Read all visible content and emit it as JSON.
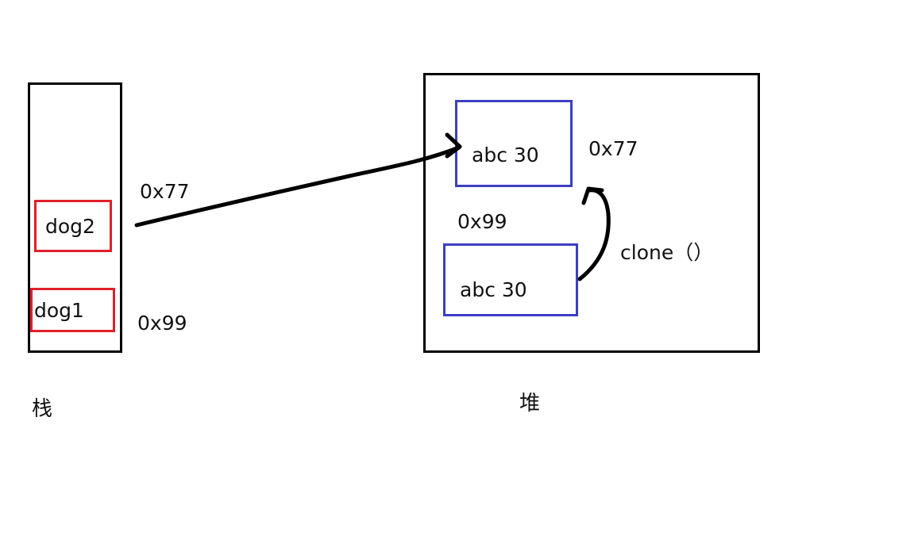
{
  "stack": {
    "title": "栈",
    "vars": [
      {
        "name": "dog2",
        "address": "0x77"
      },
      {
        "name": "dog1",
        "address": "0x99"
      }
    ]
  },
  "heap": {
    "title": "堆",
    "objects": [
      {
        "content": "abc 30",
        "address": "0x77"
      },
      {
        "content": "abc 30",
        "address": "0x99"
      }
    ],
    "clone_label": "clone（）"
  },
  "colors": {
    "outline": "#000000",
    "variable": "#e0202a",
    "object": "#3b3fc4"
  }
}
